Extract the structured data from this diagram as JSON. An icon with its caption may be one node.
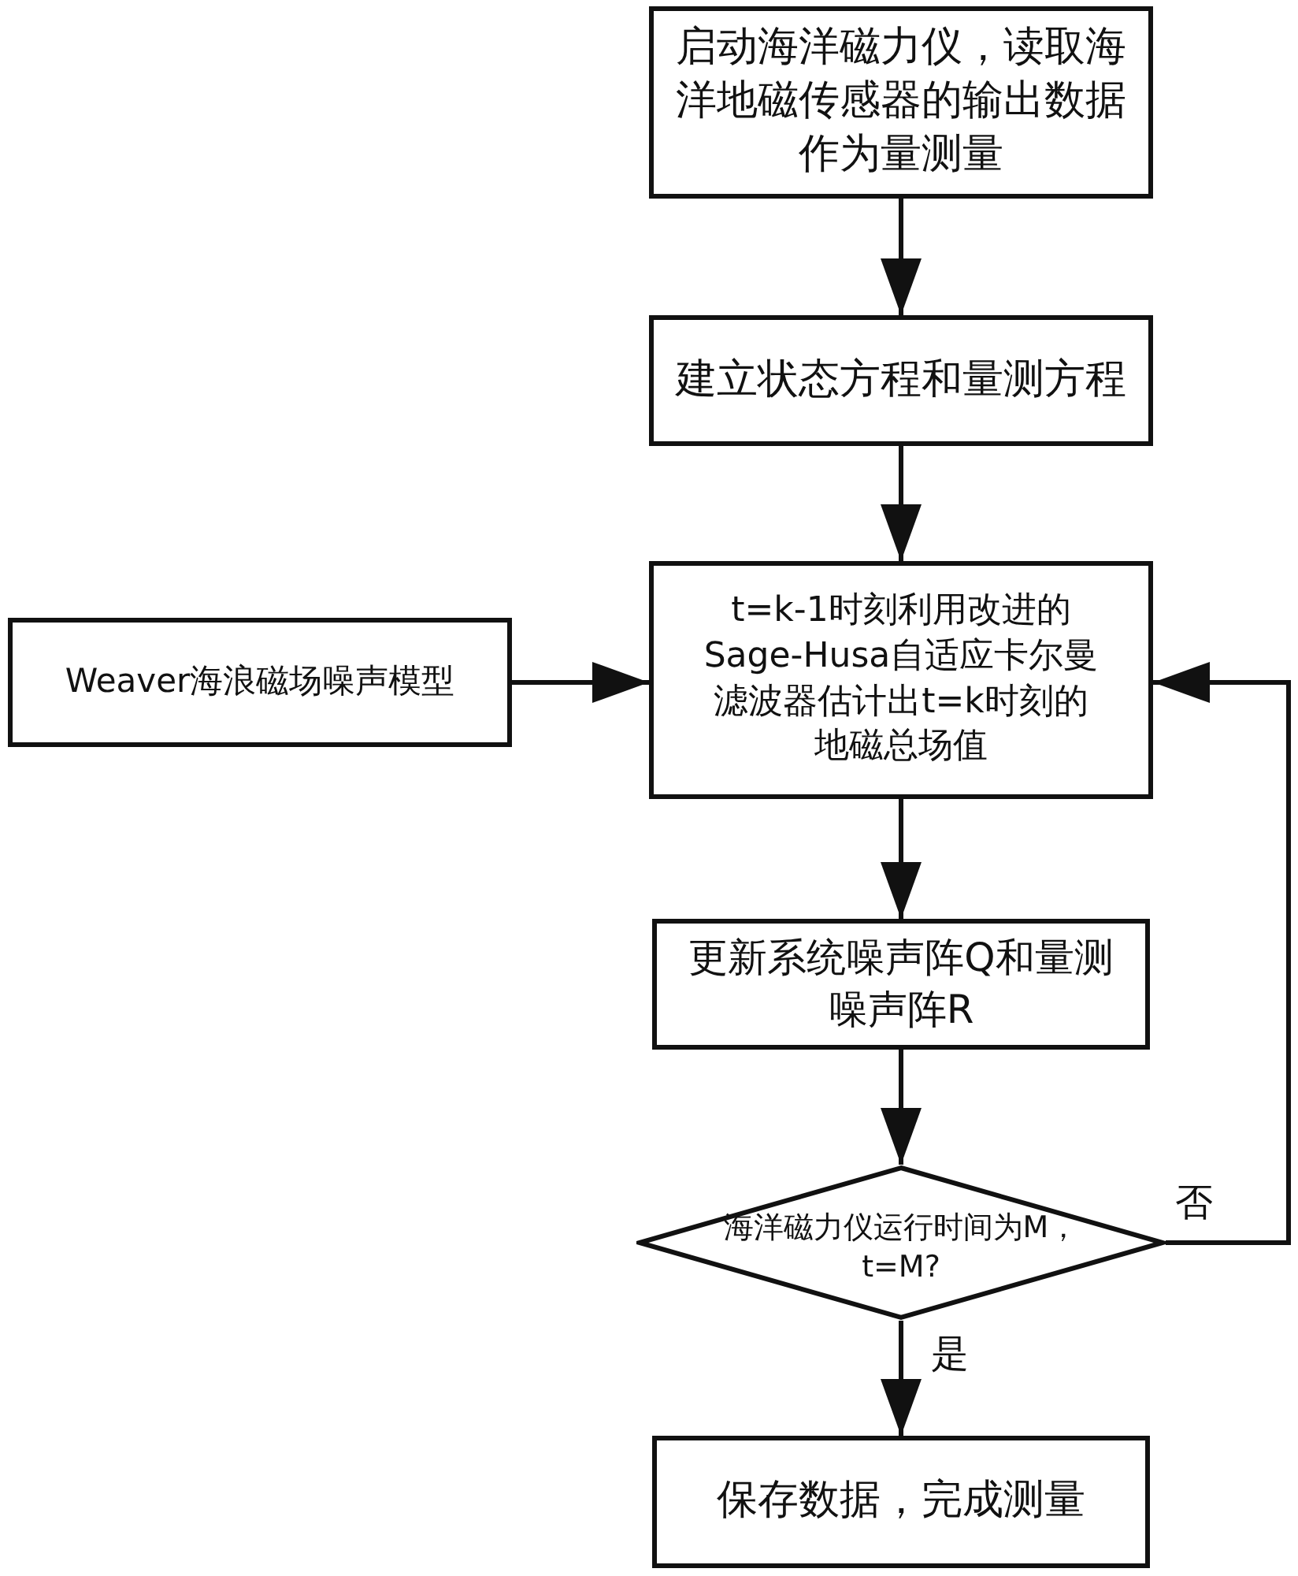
{
  "diagram": {
    "nodes": [
      {
        "text": [
          "启动海洋磁力仪，读取海洋地磁传感器的输出数据作为量测量"
        ]
      },
      {
        "text": [
          "建立状态方程和量测方程"
        ]
      },
      {
        "text": [
          "Weaver海浪磁场噪声模型"
        ]
      },
      {
        "text": [
          "t=k-1时刻利用改进的Sage-Husa自适应卡尔曼滤波器估计出t=k时刻的地磁总场值"
        ]
      },
      {
        "text": [
          "更新系统噪声阵Q和量测噪声阵R"
        ]
      },
      {
        "text": [
          "海洋磁力仪运行时间为M，t=M?"
        ]
      },
      {
        "text": [
          "保存数据，完成测量"
        ]
      }
    ],
    "edges": [
      {
        "from": 0,
        "to": 1,
        "arrow": "to"
      },
      {
        "from": 1,
        "to": 3,
        "arrow": "to"
      },
      {
        "from": 2,
        "to": 3,
        "arrow": "to"
      },
      {
        "from": 3,
        "to": 4,
        "arrow": "to"
      },
      {
        "from": 4,
        "to": 5,
        "arrow": "to"
      },
      {
        "from": 5,
        "to": 3,
        "arrow": "to",
        "label": "否"
      },
      {
        "from": 5,
        "to": 6,
        "arrow": "to",
        "label": "是"
      }
    ]
  }
}
